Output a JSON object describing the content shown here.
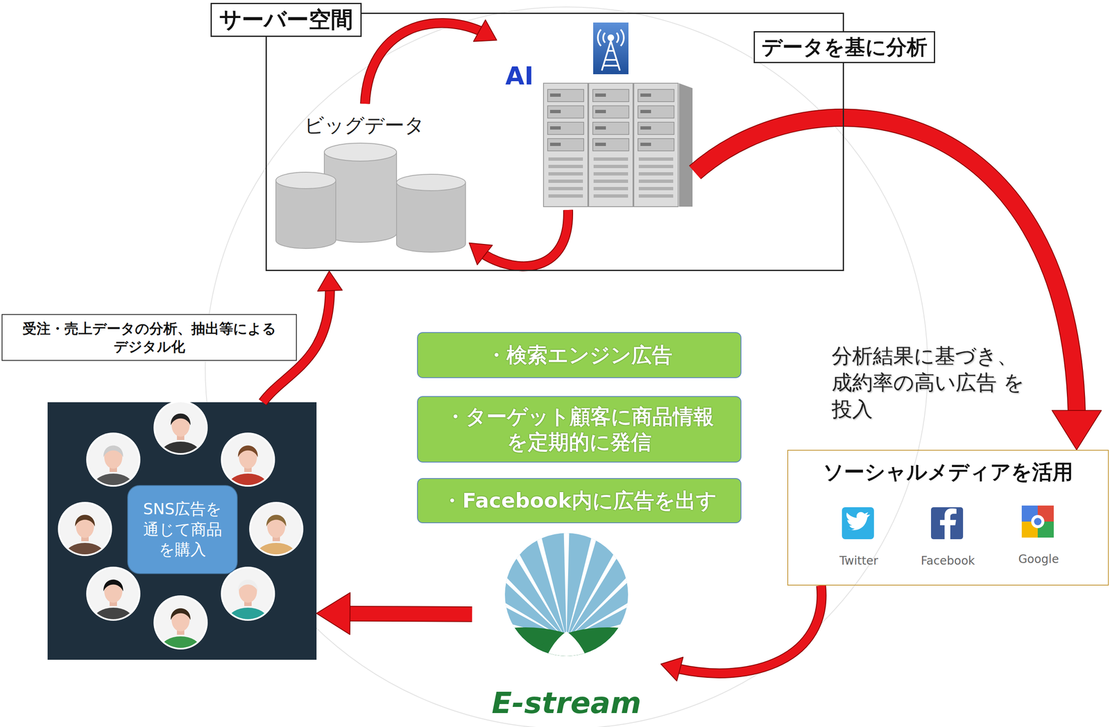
{
  "diagram": {
    "nodes": [
      {
        "text": [
          "サーバー空間"
        ]
      },
      {
        "text": [
          "データを基に分析"
        ]
      },
      {
        "text": [
          "ビッグデータ"
        ],
        "in": 0
      },
      {
        "text": [
          "AI"
        ],
        "in": 0
      },
      {
        "text": [
          "受注・売上データの分析、抽出等による デジタル化"
        ]
      },
      {
        "text": [
          "SNS広告を 通じて商品 を購入"
        ]
      },
      {
        "text": [
          "・検索エンジン広告"
        ]
      },
      {
        "text": [
          "・ターゲット顧客に商品情報 を定期的に発信"
        ]
      },
      {
        "text": [
          "・Facebook内に広告を出す"
        ]
      },
      {
        "text": [
          "ソーシャルメディアを活用",
          "Twitter",
          "Facebook",
          "Google"
        ]
      },
      {
        "text": [
          "E-stream"
        ]
      }
    ],
    "edges": [
      {
        "from": 2,
        "to": 3,
        "arrow": "to"
      },
      {
        "from": 3,
        "to": 2,
        "arrow": "to"
      },
      {
        "from": 3,
        "to": 9,
        "arrow": "to"
      },
      {
        "from": 9,
        "to": 10,
        "arrow": "to"
      },
      {
        "from": 10,
        "to": 5,
        "arrow": "to"
      },
      {
        "from": 5,
        "to": 0,
        "arrow": "to"
      }
    ],
    "labels": [
      "分析結果に基づき、 成約率の高い広告 を投入"
    ]
  }
}
